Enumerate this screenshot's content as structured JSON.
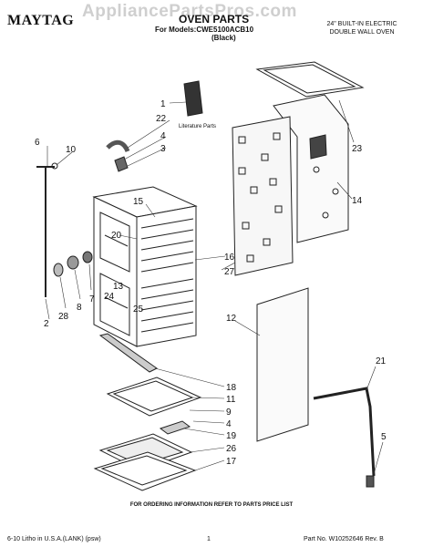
{
  "watermark": "AppliancePartsPros.com",
  "header": {
    "brand": "MAYTAG",
    "title": "OVEN PARTS",
    "models": "For Models:CWE5100ACB10",
    "color": "(Black)",
    "desc_line1": "24\" BUILT-IN ELECTRIC",
    "desc_line2": "DOUBLE WALL OVEN"
  },
  "literature_label": "Literature Parts",
  "callouts": [
    "1",
    "22",
    "4",
    "3",
    "6",
    "10",
    "15",
    "20",
    "16",
    "27",
    "7",
    "8",
    "28",
    "2",
    "13",
    "24",
    "25",
    "12",
    "23",
    "14",
    "18",
    "11",
    "9",
    "4",
    "19",
    "26",
    "17",
    "21",
    "5"
  ],
  "footer": {
    "note": "FOR ORDERING INFORMATION REFER TO PARTS PRICE LIST",
    "left": "6-10 Litho in U.S.A.(LANK) (psw)",
    "page": "1",
    "right": "Part No. W10252646 Rev. B"
  }
}
